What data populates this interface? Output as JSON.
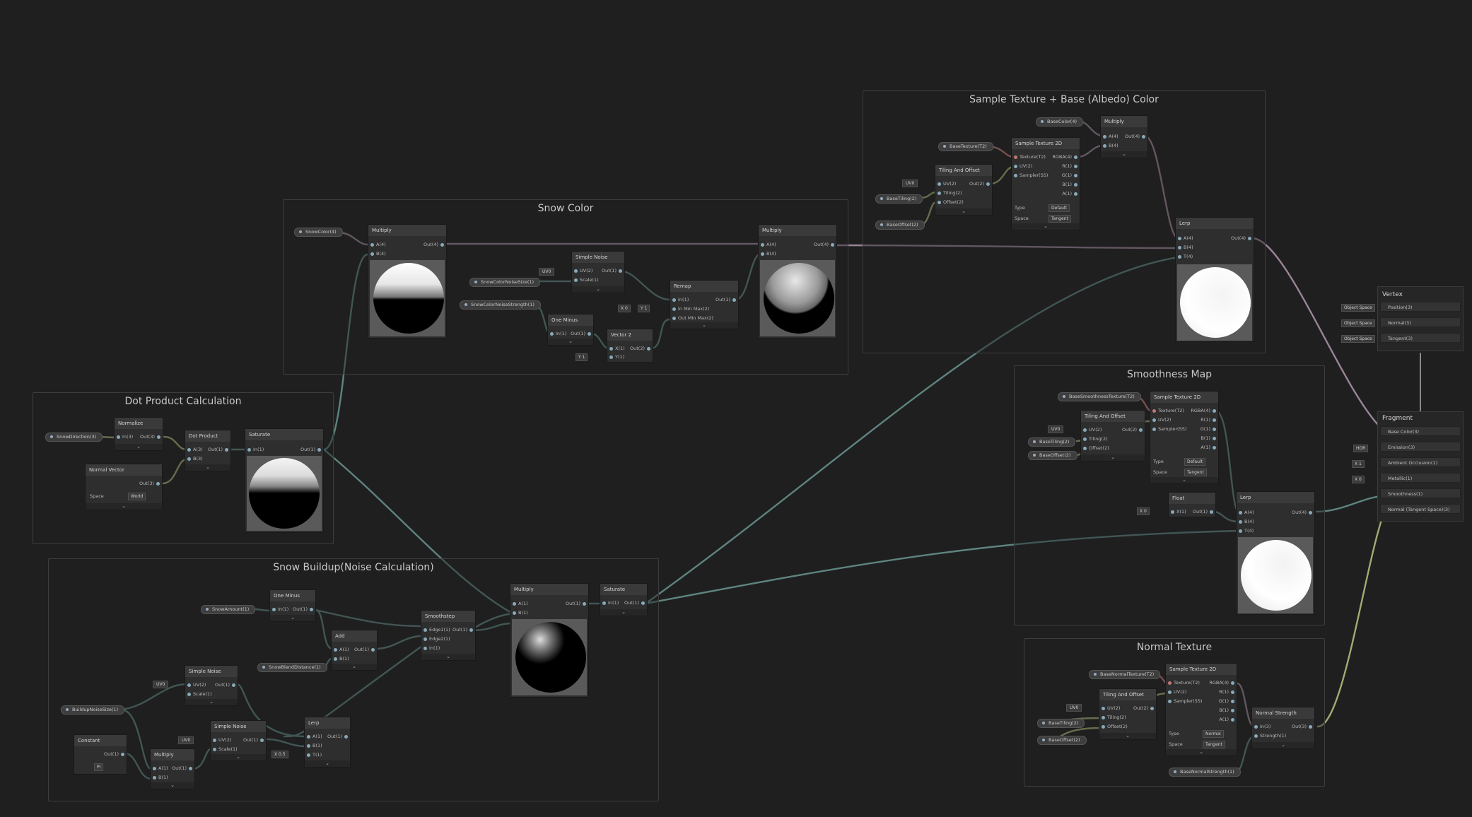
{
  "colors": {
    "background": "#1f1f1f",
    "wire_float": "#5e8480",
    "wire_vector": "#9a8497",
    "wire_uv": "#a2ab73",
    "wire_texture": "#c07777",
    "node_bg": "#2e2e2e",
    "header_bg": "#3a3a3a"
  },
  "groups": {
    "snow_color": "Snow Color",
    "sample_texture": "Sample Texture + Base (Albedo) Color",
    "dot_product": "Dot Product Calculation",
    "smoothness": "Smoothness Map",
    "snow_buildup": "Snow Buildup(Noise Calculation)",
    "normal_texture": "Normal Texture"
  },
  "properties": {
    "snow_color": "SnowColor(4)",
    "snow_color_noise_size": "SnowColorNoiseSize(1)",
    "snow_color_noise_strength": "SnowColorNoiseStrength(1)",
    "base_color": "BaseColor(4)",
    "base_texture": "BaseTexture(T2)",
    "base_tiling": "BaseTiling(2)",
    "base_offset": "BaseOffset(2)",
    "snow_direction": "SnowDirection(3)",
    "base_smoothness_texture": "BaseSmoothnessTexture(T2)",
    "base_tiling_2": "BaseTiling(2)",
    "base_offset_2": "BaseOffset(2)",
    "snow_amount": "SnowAmount(1)",
    "snow_blend": "SnowBlendDistance(1)",
    "buildup_noise": "BuildupNoiseSize(1)",
    "base_normal_texture": "BaseNormalTexture(T2)",
    "base_tiling_3": "BaseTiling(2)",
    "base_offset_3": "BaseOffset(2)",
    "base_normal_strength": "BaseNormalStrength(1)"
  },
  "nodes": {
    "sc_multiply": {
      "title": "Multiply",
      "a": "A(4)",
      "b": "B(4)",
      "out": "Out(4)"
    },
    "sc_simple_noise": {
      "title": "Simple Noise",
      "uv": "UV(2)",
      "scale": "Scale(1)",
      "out": "Out(1)"
    },
    "sc_remap": {
      "title": "Remap",
      "in": "In(1)",
      "inmm": "In Min Max(2)",
      "outmm": "Out Min Max(2)",
      "out": "Out(1)"
    },
    "sc_one_minus": {
      "title": "One Minus",
      "in": "In(1)",
      "out": "Out(1)"
    },
    "sc_vector2": {
      "title": "Vector 2",
      "x": "X(1)",
      "y": "Y(1)",
      "out": "Out(2)"
    },
    "sc_multiply2": {
      "title": "Multiply",
      "a": "A(4)",
      "b": "B(4)",
      "out": "Out(4)"
    },
    "st_multiply": {
      "title": "Multiply",
      "a": "A(4)",
      "b": "B(4)",
      "out": "Out(4)"
    },
    "st_sample": {
      "title": "Sample Texture 2D",
      "texture": "Texture(T2)",
      "uv": "UV(2)",
      "sampler": "Sampler(SS)",
      "rgba": "RGBA(4)",
      "r": "R(1)",
      "g": "G(1)",
      "b": "B(1)",
      "a": "A(1)",
      "type_label": "Type",
      "type_value": "Default",
      "space_label": "Space",
      "space_value": "Tangent"
    },
    "st_tiling": {
      "title": "Tiling And Offset",
      "uv": "UV(2)",
      "tiling": "Tiling(2)",
      "offset": "Offset(2)",
      "out": "Out(2)"
    },
    "st_lerp": {
      "title": "Lerp",
      "a": "A(4)",
      "b": "B(4)",
      "t": "T(4)",
      "out": "Out(4)"
    },
    "dp_normalize": {
      "title": "Normalize",
      "in": "In(3)",
      "out": "Out(3)"
    },
    "dp_dot": {
      "title": "Dot Product",
      "a": "A(3)",
      "b": "B(3)",
      "out": "Out(1)"
    },
    "dp_saturate": {
      "title": "Saturate",
      "in": "In(1)",
      "out": "Out(1)"
    },
    "dp_normal_vector": {
      "title": "Normal Vector",
      "out": "Out(3)",
      "space_label": "Space",
      "space_value": "World"
    },
    "sm_sample": {
      "title": "Sample Texture 2D",
      "texture": "Texture(T2)",
      "uv": "UV(2)",
      "sampler": "Sampler(SS)",
      "rgba": "RGBA(4)",
      "r": "R(1)",
      "g": "G(1)",
      "b": "B(1)",
      "a": "A(1)",
      "type_label": "Type",
      "type_value": "Default",
      "space_label": "Space",
      "space_value": "Tangent"
    },
    "sm_tiling": {
      "title": "Tiling And Offset",
      "uv": "UV(2)",
      "tiling": "Tiling(2)",
      "offset": "Offset(2)",
      "out": "Out(2)"
    },
    "sm_float": {
      "title": "Float",
      "x": "X(1)",
      "out": "Out(1)"
    },
    "sm_lerp": {
      "title": "Lerp",
      "a": "A(4)",
      "b": "B(4)",
      "t": "T(4)",
      "out": "Out(4)"
    },
    "sb_one_minus": {
      "title": "One Minus",
      "in": "In(1)",
      "out": "Out(1)"
    },
    "sb_add": {
      "title": "Add",
      "a": "A(1)",
      "b": "B(1)",
      "out": "Out(1)"
    },
    "sb_smoothstep": {
      "title": "Smoothstep",
      "e1": "Edge1(1)",
      "e2": "Edge2(1)",
      "in": "In(1)",
      "out": "Out(1)"
    },
    "sb_simple_noise1": {
      "title": "Simple Noise",
      "uv": "UV(2)",
      "scale": "Scale(1)",
      "out": "Out(1)"
    },
    "sb_simple_noise2": {
      "title": "Simple Noise",
      "uv": "UV(2)",
      "scale": "Scale(1)",
      "out": "Out(1)"
    },
    "sb_lerp": {
      "title": "Lerp",
      "a": "A(1)",
      "b": "B(1)",
      "t": "T(1)",
      "out": "Out(1)"
    },
    "sb_constant": {
      "title": "Constant",
      "out": "Out(1)",
      "value": "PI"
    },
    "sb_multiply": {
      "title": "Multiply",
      "a": "A(1)",
      "b": "B(1)",
      "out": "Out(1)"
    },
    "mid_multiply": {
      "title": "Multiply",
      "a": "A(1)",
      "b": "B(1)",
      "out": "Out(1)"
    },
    "mid_saturate": {
      "title": "Saturate",
      "in": "In(1)",
      "out": "Out(1)"
    },
    "nt_sample": {
      "title": "Sample Texture 2D",
      "texture": "Texture(T2)",
      "uv": "UV(2)",
      "sampler": "Sampler(SS)",
      "rgba": "RGBA(4)",
      "r": "R(1)",
      "g": "G(1)",
      "b": "B(1)",
      "a": "A(1)",
      "type_label": "Type",
      "type_value": "Normal",
      "space_label": "Space",
      "space_value": "Tangent"
    },
    "nt_tiling": {
      "title": "Tiling And Offset",
      "uv": "UV(2)",
      "tiling": "Tiling(2)",
      "offset": "Offset(2)",
      "out": "Out(2)"
    },
    "nt_strength": {
      "title": "Normal Strength",
      "in": "In(3)",
      "strength": "Strength(1)",
      "out": "Out(3)"
    }
  },
  "inline_values": {
    "uv0": "UV0",
    "x0": "X 0",
    "y1": "Y 1",
    "zero": "0",
    "one": "1",
    "y1b": "Y 1",
    "x05": "X 0.5",
    "float_x0": "X 0"
  },
  "master": {
    "vertex_title": "Vertex",
    "vertex_ports": [
      "Position(3)",
      "Normal(3)",
      "Tangent(3)"
    ],
    "vertex_space": "Object Space",
    "fragment_title": "Fragment",
    "fragment_ports": [
      "Base Color(3)",
      "Emission(3)",
      "Ambient Occlusion(1)",
      "Metallic(1)",
      "Smoothness(1)",
      "Normal (Tangent Space)(3)"
    ],
    "emission_value": "HDR",
    "ao_value": "X 1",
    "metallic_value": "X 0"
  }
}
